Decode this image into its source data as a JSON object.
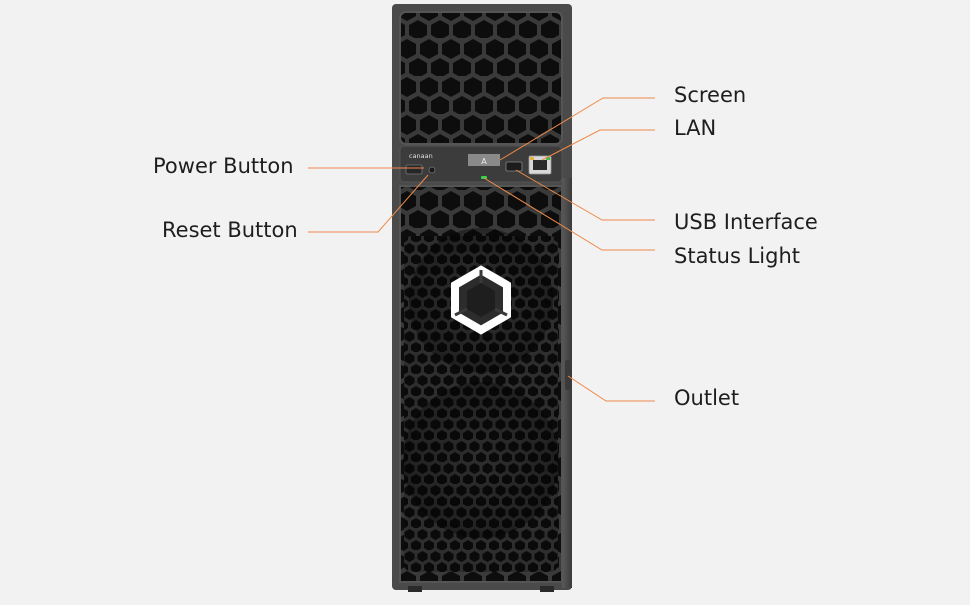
{
  "device": {
    "brand": "canaan",
    "screen_text": "A",
    "accent_color": "#ef8a4a",
    "status_light_color": "#35d24a"
  },
  "callouts": {
    "screen": "Screen",
    "lan": "LAN",
    "power_button": "Power Button",
    "reset_button": "Reset Button",
    "usb_interface": "USB Interface",
    "status_light": "Status Light",
    "outlet": "Outlet"
  }
}
